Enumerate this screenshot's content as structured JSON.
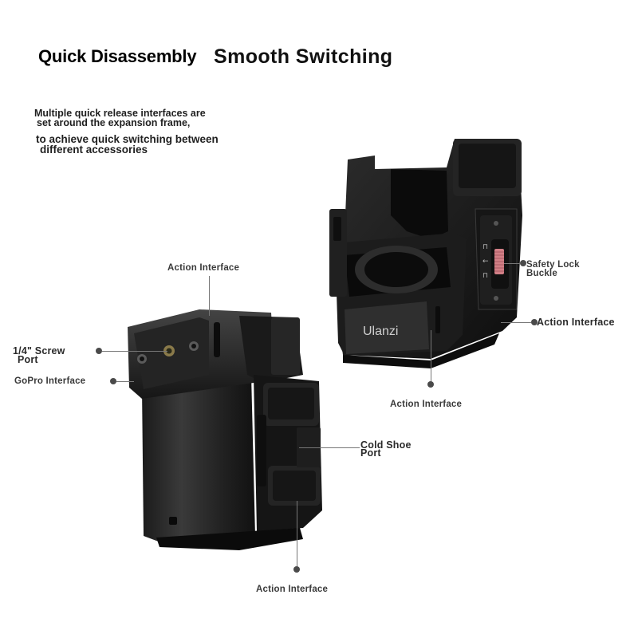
{
  "heading": {
    "left": "Quick Disassembly",
    "right": "Smooth Switching"
  },
  "description": {
    "line1": "Multiple quick release interfaces are",
    "line2": "set around the expansion frame,",
    "line3": "to achieve quick switching between",
    "line4": "different accessories"
  },
  "callouts": {
    "action_interface_top": "Action Interface",
    "screw_port_line1": "1/4\" Screw",
    "screw_port_line2": "Port",
    "gopro_interface": "GoPro Interface",
    "cold_shoe_line1": "Cold Shoe",
    "cold_shoe_line2": "Port",
    "action_interface_bottom": "Action Interface",
    "safety_lock_line1": "Safety Lock",
    "safety_lock_line2": "Buckle",
    "action_interface_right": "Action Interface",
    "action_interface_mid": "Action Interface"
  },
  "product": {
    "brand": "Ulanzi"
  }
}
